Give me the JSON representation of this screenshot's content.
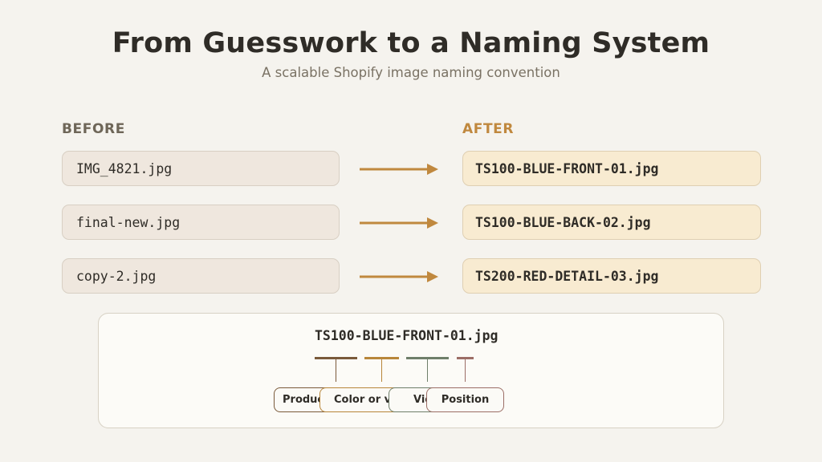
{
  "header": {
    "title": "From Guesswork to a Naming System",
    "subtitle": "A scalable Shopify image naming convention"
  },
  "columns": {
    "before_label": "BEFORE",
    "after_label": "AFTER"
  },
  "rows": [
    {
      "before": "IMG_4821.jpg",
      "after": "TS100-BLUE-FRONT-01.jpg"
    },
    {
      "before": "final-new.jpg",
      "after": "TS100-BLUE-BACK-02.jpg"
    },
    {
      "before": "copy-2.jpg",
      "after": "TS200-RED-DETAIL-03.jpg"
    }
  ],
  "anatomy": {
    "filename": "TS100-BLUE-FRONT-01.jpg",
    "segments": [
      {
        "label": "Product",
        "color": "#7a5a3a"
      },
      {
        "label": "Color or variant",
        "color": "#b8863a"
      },
      {
        "label": "View",
        "color": "#6f7f6a"
      },
      {
        "label": "Position",
        "color": "#9c6e66"
      }
    ]
  },
  "colors": {
    "background": "#f5f3ee",
    "accent": "#c0883e",
    "arrow": "#c0883e"
  }
}
